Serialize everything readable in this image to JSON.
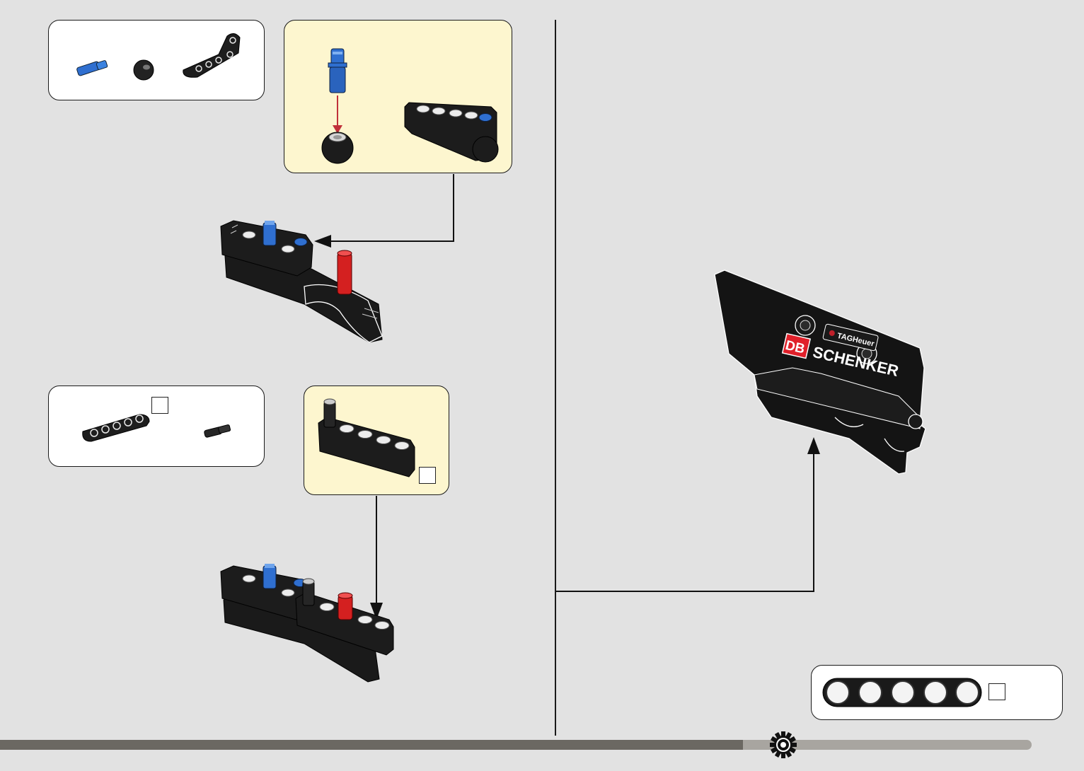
{
  "page": {
    "progress_fraction": 0.72,
    "gear_icon": "gear-icon"
  },
  "decal": {
    "brand_top": "TAGHeuer",
    "brand_db": "DB",
    "brand_main": "SCHENKER"
  },
  "colors": {
    "background": "#e2e2e2",
    "callout_fill": "#fdf6cf",
    "part_black": "#1a1a1a",
    "part_blue": "#2f6fd0",
    "part_red": "#d42020",
    "arrow_red": "#c0303a"
  },
  "parts_lists": [
    {
      "id": "step1-parts",
      "items": [
        "blue-axle-pin-icon",
        "black-ball-joint-icon",
        "black-l-beam-icon"
      ]
    },
    {
      "id": "step2-parts",
      "items": [
        "black-5-beam-icon",
        "black-pin-icon"
      ]
    }
  ],
  "ruler": {
    "holes": 5
  }
}
